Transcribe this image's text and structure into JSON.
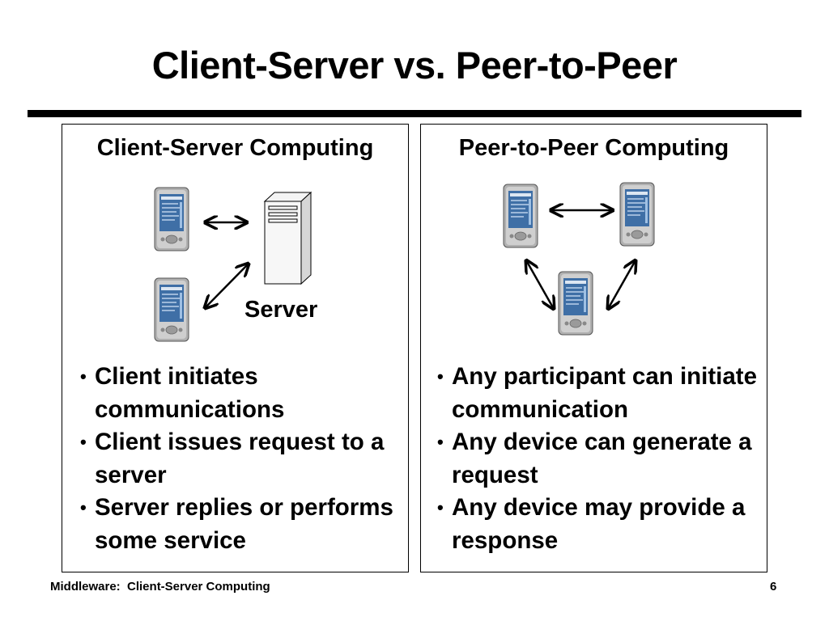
{
  "slide": {
    "title": "Client-Server vs. Peer-to-Peer"
  },
  "left_panel": {
    "heading": "Client-Server Computing",
    "server_label": "Server",
    "bullets": [
      "Client initiates communications",
      "Client issues request to a server",
      "Server replies or performs some service"
    ]
  },
  "right_panel": {
    "heading": "Peer-to-Peer Computing",
    "bullets": [
      "Any participant can initiate communication",
      "Any device can generate a request",
      "Any device may provide a response"
    ]
  },
  "footer": {
    "left": "Middleware:  Client-Server Computing",
    "page_number": "6"
  },
  "icons": {
    "bullet": "•",
    "device": "pda-icon",
    "server": "server-tower-icon",
    "connection": "double-arrow-icon"
  }
}
